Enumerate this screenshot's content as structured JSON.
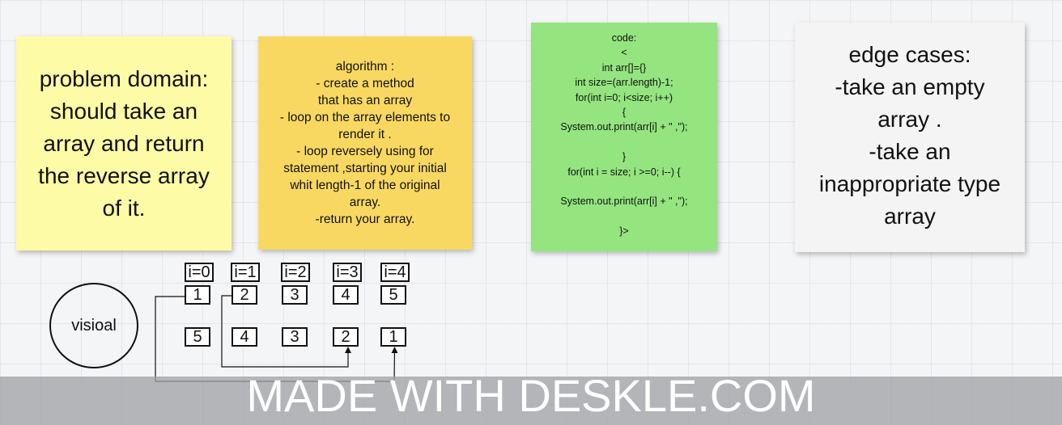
{
  "notes": {
    "problem": "problem domain:\nshould take an\narray and return\nthe reverse array\nof it.",
    "algorithm": "algorithm :\n- create a method\nthat has an array\n- loop on the array elements to\nrender it .\n- loop reversely using for\nstatement ,starting your initial\nwhit length-1 of the original\narray.\n-return your array.",
    "code": "code:\n<\nint arr[]={}\n        int size=(arr.length)-1;\n for(int i=0; i<size; i++)\n       {\nSystem.out.print(arr[i] + \" ,\");\n\n        }\n  for(int i = size; i >=0; i--) {\n\nSystem.out.print(arr[i] + \" ,\");\n\n}>",
    "edge": "edge cases:\n-take an empty\narray .\n-take an\ninappropriate  type\narray"
  },
  "visual": {
    "circle_label": "visioal",
    "indices": [
      "i=0",
      "i=1",
      "i=2",
      "i=3",
      "i=4"
    ],
    "original": [
      "1",
      "2",
      "3",
      "4",
      "5"
    ],
    "reversed": [
      "5",
      "4",
      "3",
      "2",
      "1"
    ]
  },
  "watermark": "MADE WITH DESKLE.COM"
}
